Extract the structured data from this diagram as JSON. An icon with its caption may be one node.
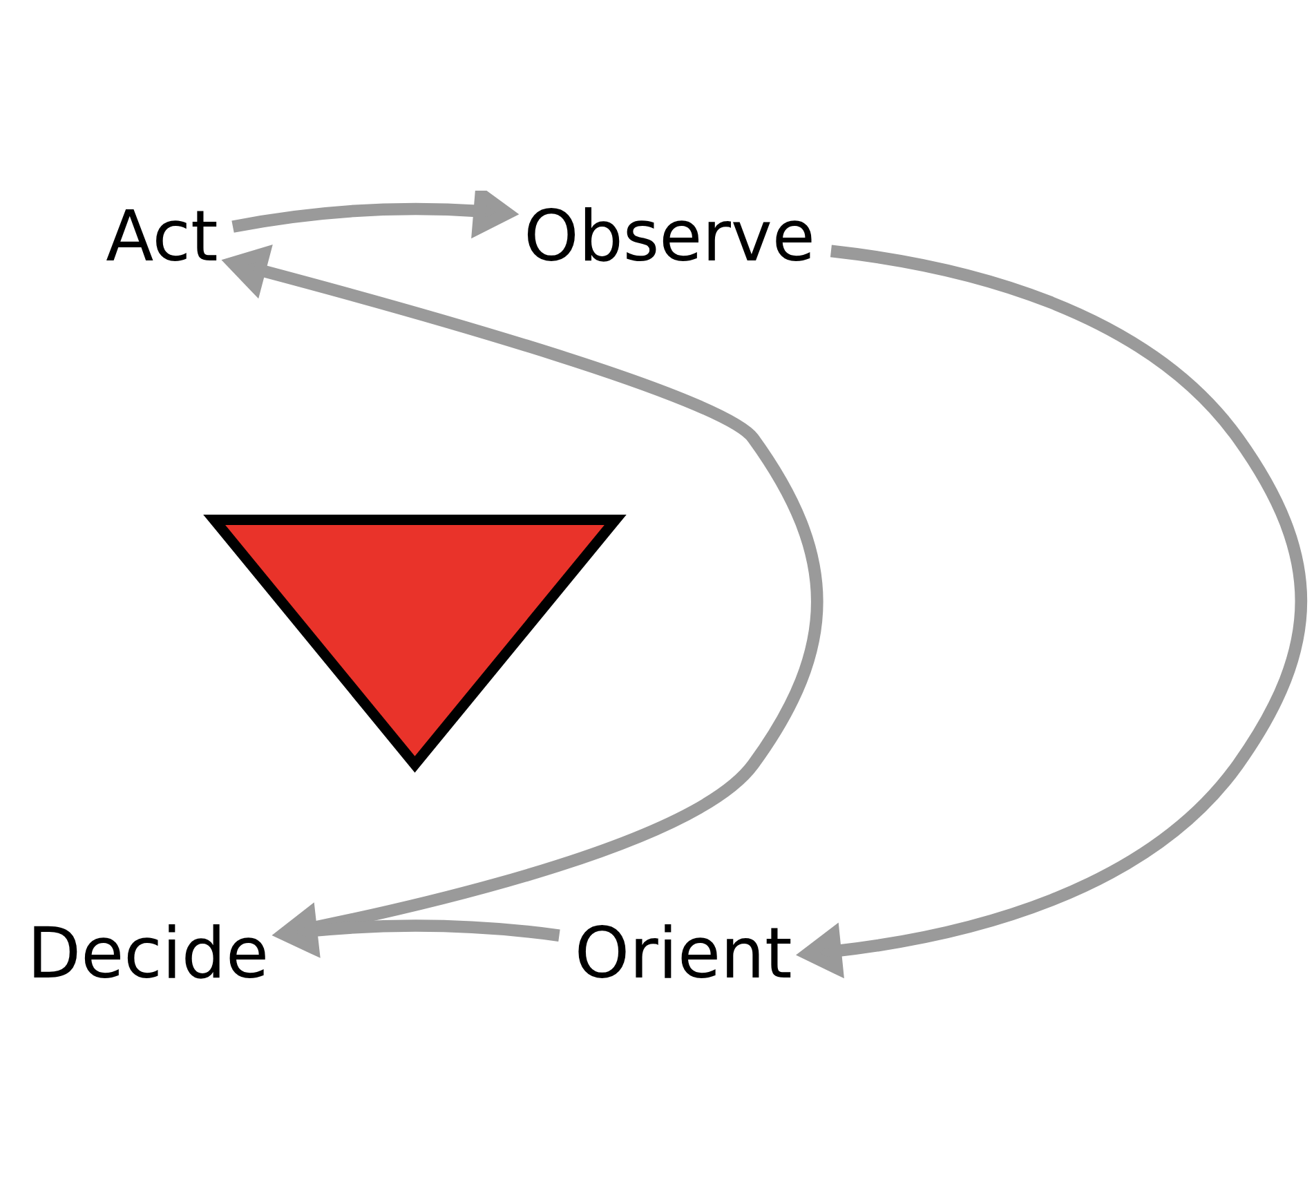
{
  "diagram": {
    "nodes": [
      {
        "text": [
          "Act"
        ]
      },
      {
        "text": [
          "Observe"
        ]
      },
      {
        "text": [],
        "shape": "heart"
      },
      {
        "text": [
          "Decide"
        ]
      },
      {
        "text": [
          "Orient"
        ]
      }
    ],
    "edges": [
      {
        "from": 0,
        "to": 1,
        "arrow": "to"
      },
      {
        "from": 1,
        "to": 4,
        "arrow": "to"
      },
      {
        "from": 4,
        "to": 3,
        "arrow": "to"
      },
      {
        "from": 3,
        "to": 0,
        "arrow": "to"
      }
    ]
  }
}
